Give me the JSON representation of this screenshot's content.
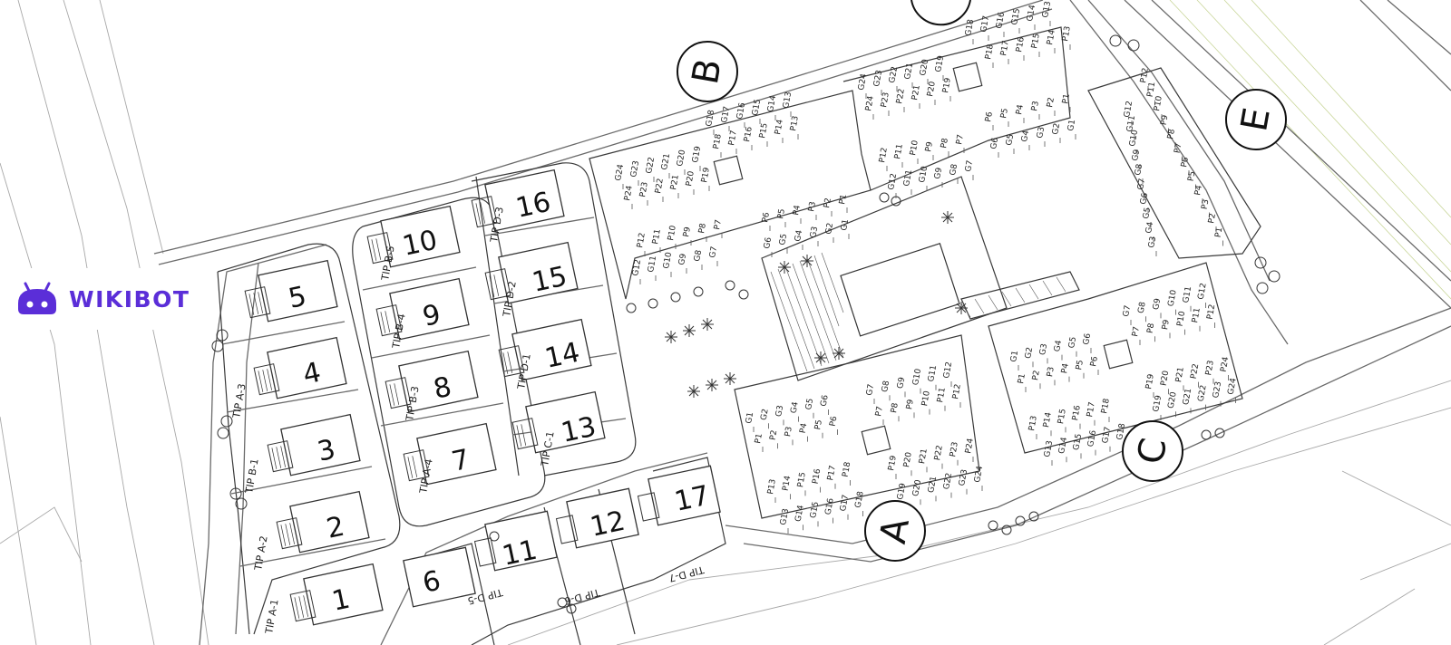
{
  "logo": {
    "text": "WIKIBOT",
    "icon": "robot-icon",
    "color": "#5b2ed8"
  },
  "buildings": [
    {
      "id": "A",
      "label": "A"
    },
    {
      "id": "B",
      "label": "B"
    },
    {
      "id": "C",
      "label": "C"
    },
    {
      "id": "E",
      "label": "E"
    }
  ],
  "units": [
    "1",
    "2",
    "3",
    "4",
    "5",
    "6",
    "7",
    "8",
    "9",
    "10",
    "11",
    "12",
    "13",
    "14",
    "15",
    "16",
    "17"
  ],
  "types": [
    "TIP A-1",
    "TIP A-2",
    "TIP B-1",
    "TIP A-3",
    "TIP B-5",
    "TIP B-4",
    "TIP B-3",
    "TIP A-4",
    "TIP D-3",
    "TIP D-2",
    "TIP D-1",
    "TIP C-1",
    "TIP D-5",
    "TIP D-6",
    "TIP D-7"
  ],
  "apartments": {
    "block_a": {
      "ground_top": [
        "G1",
        "G2",
        "G3",
        "G4",
        "G5",
        "G6"
      ],
      "p_top": [
        "P1",
        "P2",
        "P3",
        "P4",
        "P5",
        "P6"
      ],
      "p_mid": [
        "P13",
        "P14",
        "P15",
        "P16",
        "P17",
        "P18"
      ],
      "ground_bottom": [
        "G13",
        "G14",
        "G15",
        "G16",
        "G17",
        "G18"
      ],
      "ground_right_top": [
        "G7",
        "G8",
        "G9",
        "G10",
        "G11",
        "G12"
      ],
      "p_right_top": [
        "P7",
        "P8",
        "P9",
        "P10",
        "P11",
        "P12"
      ],
      "p_right_mid": [
        "P19",
        "P20",
        "P21",
        "P22",
        "P23",
        "P24"
      ],
      "ground_right_bottom": [
        "G19",
        "G20",
        "G21",
        "G22",
        "G23",
        "G24"
      ]
    },
    "block_b": {
      "ground_top": [
        "G18",
        "G17",
        "G16",
        "G15",
        "G14",
        "G13"
      ],
      "p_top": [
        "P18",
        "P17",
        "P16",
        "P15",
        "P14",
        "P13"
      ],
      "p_mid": [
        "P6",
        "P5",
        "P4",
        "P3",
        "P2",
        "P1"
      ],
      "ground_bottom": [
        "G6",
        "G5",
        "G4",
        "G3",
        "G2",
        "G1"
      ],
      "ground_left_top": [
        "G24",
        "G23",
        "G22",
        "G21",
        "G20",
        "G19"
      ],
      "p_left_top": [
        "P24",
        "P23",
        "P22",
        "P21",
        "P20",
        "P19"
      ],
      "p_left_mid": [
        "P12",
        "P11",
        "P10",
        "P9",
        "P8",
        "P7"
      ],
      "ground_left_bottom": [
        "G12",
        "G11",
        "G10",
        "G9",
        "G8",
        "G7"
      ]
    },
    "block_c": {
      "ground_top": [
        "G1",
        "G2",
        "G3",
        "G4",
        "G5",
        "G6"
      ],
      "p_top": [
        "P1",
        "P2",
        "P3",
        "P4",
        "P5",
        "P6"
      ],
      "p_mid": [
        "P13",
        "P14",
        "P15",
        "P16",
        "P17",
        "P18"
      ],
      "ground_bottom": [
        "G13",
        "G14",
        "G15",
        "G16",
        "G17",
        "G18"
      ],
      "ground_right_top": [
        "G7",
        "G8",
        "G9",
        "G10",
        "G11",
        "G12"
      ],
      "p_right_top": [
        "P7",
        "P8",
        "P9",
        "P10",
        "P11",
        "P12"
      ],
      "p_right_mid": [
        "P19",
        "P20",
        "P21",
        "P22",
        "P23",
        "P24"
      ],
      "ground_right_bottom": [
        "G19",
        "G20",
        "G21",
        "G22",
        "G23",
        "G24"
      ]
    },
    "block_d": {
      "ground_top": [
        "G24",
        "G23",
        "G22",
        "G21",
        "G20",
        "G19"
      ],
      "p_top": [
        "P24",
        "P23",
        "P22",
        "P21",
        "P20",
        "P19"
      ],
      "p_mid": [
        "P12",
        "P11",
        "P10",
        "P9",
        "P8",
        "P7"
      ],
      "ground_bottom": [
        "G12",
        "G11",
        "G10",
        "G9",
        "G8",
        "G7"
      ],
      "ground_right_top": [
        "G18",
        "G17",
        "G16",
        "G15",
        "G14",
        "G13"
      ],
      "p_right_top": [
        "P18",
        "P17",
        "P16",
        "P15",
        "P14",
        "P13"
      ],
      "p_right_mid": [
        "P6",
        "P5",
        "P4",
        "P3",
        "P2",
        "P1"
      ],
      "ground_right_bottom": [
        "G6",
        "G5",
        "G4",
        "G3",
        "G2",
        "G1"
      ]
    },
    "block_e": {
      "ground": [
        "G12",
        "G11",
        "G10",
        "G9",
        "G8",
        "G7",
        "G6",
        "G5",
        "G4",
        "G3"
      ],
      "p": [
        "P12",
        "P11",
        "P10",
        "P9",
        "P8",
        "P7",
        "P6",
        "P5",
        "P4",
        "P3",
        "P2",
        "P1"
      ]
    }
  }
}
